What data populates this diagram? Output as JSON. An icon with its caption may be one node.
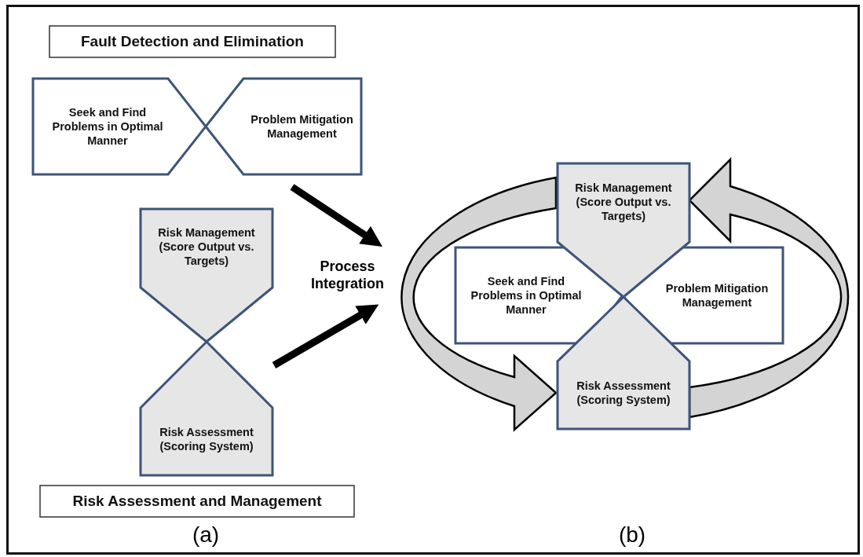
{
  "diagram": {
    "nodes": [
      {
        "text": [
          "Fault Detection and Elimination"
        ]
      },
      {
        "text": [
          "Seek and Find Problems in Optimal Manner"
        ]
      },
      {
        "text": [
          "Problem Mitigation Management"
        ]
      },
      {
        "text": [
          "Risk Management (Score Output vs. Targets)"
        ]
      },
      {
        "text": [
          "Risk Assessment (Scoring System)"
        ]
      },
      {
        "text": [
          "Risk Assessment and Management"
        ]
      },
      {
        "text": [
          "Risk Management (Score Output vs. Targets)"
        ]
      },
      {
        "text": [
          "Seek and Find Problems in Optimal Manner"
        ]
      },
      {
        "text": [
          "Problem Mitigation Management"
        ]
      },
      {
        "text": [
          "Risk Assessment (Scoring System)"
        ]
      }
    ],
    "edges": [
      {
        "from": 2,
        "to": null,
        "arrow": "to"
      },
      {
        "from": 4,
        "to": null,
        "arrow": "to"
      },
      {
        "from": 6,
        "to": 9,
        "arrow": "to"
      },
      {
        "from": 9,
        "to": 6,
        "arrow": "to"
      }
    ],
    "labels": [
      "Process Integration",
      "(a)",
      "(b)"
    ]
  }
}
